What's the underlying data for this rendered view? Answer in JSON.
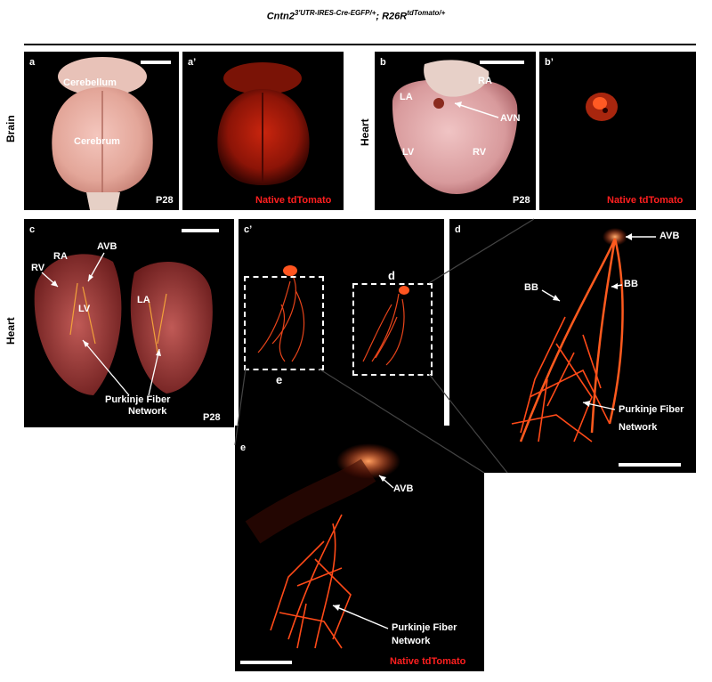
{
  "figure": {
    "title_gene1": "Cntn2",
    "title_sup1": "3'UTR-IRES-Cre-EGFP/+",
    "title_sep": "; ",
    "title_gene2": "R26R",
    "title_sup2": "tdTomato/+"
  },
  "side_labels": {
    "brain": "Brain",
    "heart_top": "Heart",
    "heart_bottom": "Heart"
  },
  "panels": {
    "a": {
      "letter": "a",
      "structure_1": "Cerebellum",
      "structure_2": "Cerebrum",
      "age": "P28"
    },
    "a2": {
      "letter": "a’",
      "caption": "Native tdTomato"
    },
    "b": {
      "letter": "b",
      "la": "LA",
      "ra": "RA",
      "avn": "AVN",
      "lv": "LV",
      "rv": "RV",
      "age": "P28"
    },
    "b2": {
      "letter": "b’",
      "caption": "Native tdTomato"
    },
    "c": {
      "letter": "c",
      "rv": "RV",
      "ra": "RA",
      "avb": "AVB",
      "lv": "LV",
      "la": "LA",
      "network_1": "Purkinje Fiber",
      "network_2": "Network",
      "age": "P28"
    },
    "c2": {
      "letter": "c’",
      "inset_d": "d",
      "inset_e": "e"
    },
    "d": {
      "letter": "d",
      "avb": "AVB",
      "bb1": "BB",
      "bb2": "BB",
      "network_1": "Purkinje Fiber",
      "network_2": "Network"
    },
    "e": {
      "letter": "e",
      "avb": "AVB",
      "network_1": "Purkinje Fiber",
      "network_2": "Network",
      "caption": "Native tdTomato"
    }
  },
  "colors": {
    "tdtomato": "#ff3a10",
    "caption_red": "#ff1f1f",
    "tissue": "#e7b2ad"
  }
}
